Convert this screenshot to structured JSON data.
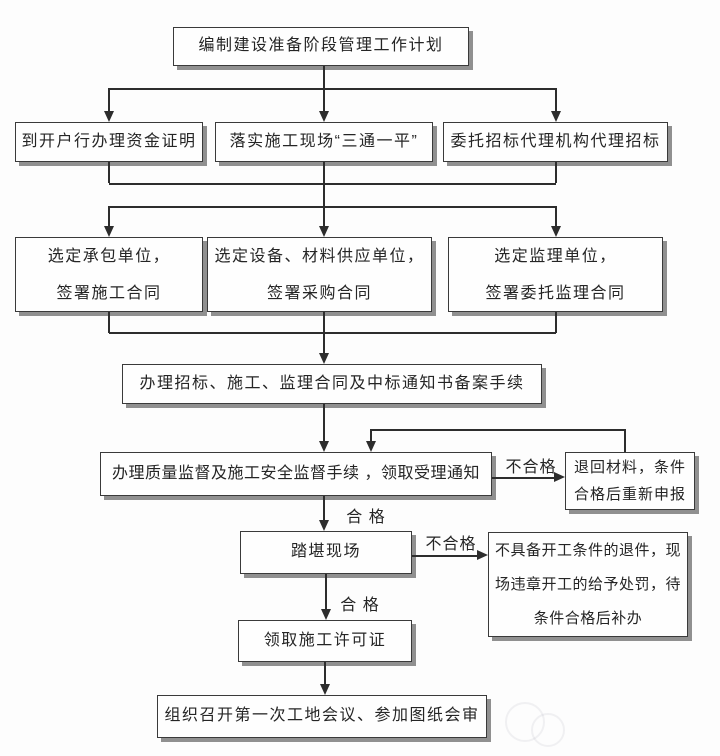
{
  "colors": {
    "canvas_bg": "#fdfdfd",
    "box_bg": "#fefefe",
    "box_border": "#3a3a3a",
    "box_shadow": "#909090",
    "line": "#2d2d2d",
    "text": "#252525"
  },
  "nodes": {
    "plan": "编制建设准备阶段管理工作计划",
    "fund": "到开户行办理资金证明",
    "site": "落实施工现场“三通一平”",
    "agency": "委托招标代理机构代理招标",
    "contractor": "选定承包单位，\n签署施工合同",
    "supplier": "选定设备、材料供应单位，\n签署采购合同",
    "supervisor": "选定监理单位，\n签署委托监理合同",
    "filing": "办理招标、施工、监理合同及中标通知书备案手续",
    "quality": "办理质量监督及施工安全监督手续 ，领取受理通知",
    "rework": "退回材料，条件\n合格后重新申报",
    "survey": "踏堪现场",
    "penalty": "不具备开工条件的退件，现\n场违章开工的给予处罚，待\n条件合格后补办",
    "permit": "领取施工许可证",
    "meeting": "组织召开第一次工地会议、参加图纸会审"
  },
  "labels": {
    "pass_1": "合 格",
    "fail_1": "不合格",
    "pass_2": "合 格",
    "fail_2": "不合格"
  },
  "edges": [
    {
      "from": "plan",
      "to": "fund"
    },
    {
      "from": "plan",
      "to": "site"
    },
    {
      "from": "plan",
      "to": "agency"
    },
    {
      "from": [
        "fund",
        "site",
        "agency"
      ],
      "to": [
        "contractor",
        "supplier",
        "supervisor"
      ]
    },
    {
      "from": [
        "contractor",
        "supplier",
        "supervisor"
      ],
      "to": "filing"
    },
    {
      "from": "filing",
      "to": "quality"
    },
    {
      "from": "quality",
      "to": "rework",
      "label": "不合格"
    },
    {
      "from": "rework",
      "to": "quality"
    },
    {
      "from": "quality",
      "to": "survey",
      "label": "合 格"
    },
    {
      "from": "survey",
      "to": "penalty",
      "label": "不合格"
    },
    {
      "from": "survey",
      "to": "permit",
      "label": "合 格"
    },
    {
      "from": "permit",
      "to": "meeting"
    }
  ]
}
